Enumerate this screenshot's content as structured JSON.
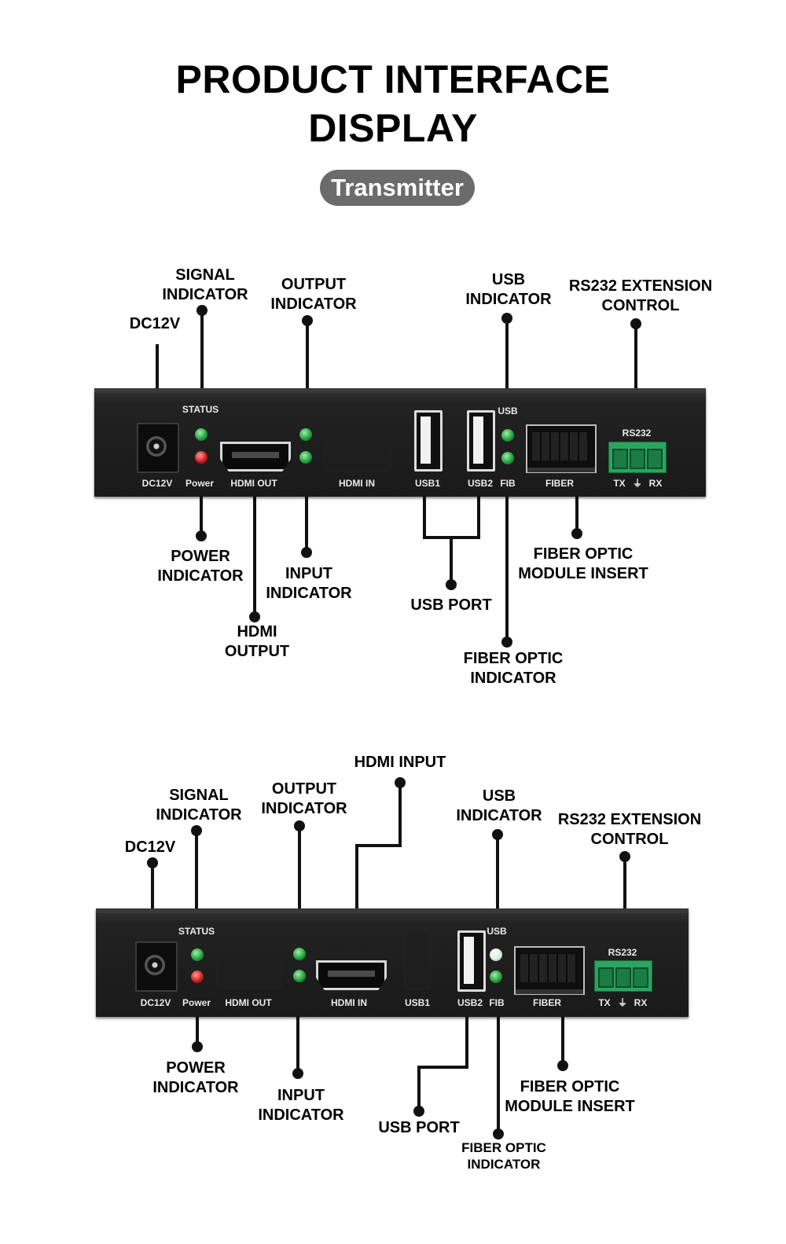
{
  "title": {
    "line1": "PRODUCT INTERFACE",
    "line2": "DISPLAY"
  },
  "badge": "Transmitter",
  "panel1": {
    "callouts": {
      "signal": [
        "SIGNAL",
        "INDICATOR"
      ],
      "output": [
        "OUTPUT",
        "INDICATOR"
      ],
      "dc": [
        "DC12V"
      ],
      "usb_ind": [
        "USB",
        "INDICATOR"
      ],
      "rs232": [
        "RS232 EXTENSION",
        "CONTROL"
      ],
      "power": [
        "POWER",
        "INDICATOR"
      ],
      "input": [
        "INPUT",
        "INDICATOR"
      ],
      "hdmi_out": [
        "HDMI",
        "OUTPUT"
      ],
      "usb_port": [
        "USB PORT"
      ],
      "fiber_module": [
        "FIBER OPTIC",
        "MODULE INSERT"
      ],
      "fiber_ind": [
        "FIBER OPTIC",
        "INDICATOR"
      ]
    },
    "device_labels": {
      "status": "STATUS",
      "dc": "DC12V",
      "power": "Power",
      "hdmi_out": "HDMI OUT",
      "hdmi_in": "HDMI IN",
      "usb1": "USB1",
      "usb2": "USB2",
      "usb": "USB",
      "fib": "FIB",
      "fiber": "FIBER",
      "rs232": "RS232",
      "tx": "TX",
      "gnd": "⏚",
      "rx": "RX"
    }
  },
  "panel2": {
    "callouts": {
      "hdmi_input": [
        "HDMI INPUT"
      ],
      "signal": [
        "SIGNAL",
        "INDICATOR"
      ],
      "output": [
        "OUTPUT",
        "INDICATOR"
      ],
      "usb_ind": [
        "USB",
        "INDICATOR"
      ],
      "dc": [
        "DC12V"
      ],
      "rs232": [
        "RS232 EXTENSION",
        "CONTROL"
      ],
      "power": [
        "POWER",
        "INDICATOR"
      ],
      "input": [
        "INPUT",
        "INDICATOR"
      ],
      "fiber_module": [
        "FIBER OPTIC",
        "MODULE INSERT"
      ],
      "usb_port": [
        "USB PORT"
      ],
      "fiber_ind": [
        "FIBER OPTIC",
        "INDICATOR"
      ]
    },
    "device_labels": {
      "status": "STATUS",
      "dc": "DC12V",
      "power": "Power",
      "hdmi_out": "HDMI OUT",
      "hdmi_in": "HDMI IN",
      "usb1": "USB1",
      "usb2": "USB2",
      "usb": "USB",
      "fib": "FIB",
      "fiber": "FIBER",
      "rs232": "RS232",
      "tx": "TX",
      "gnd": "⏚",
      "rx": "RX"
    }
  }
}
